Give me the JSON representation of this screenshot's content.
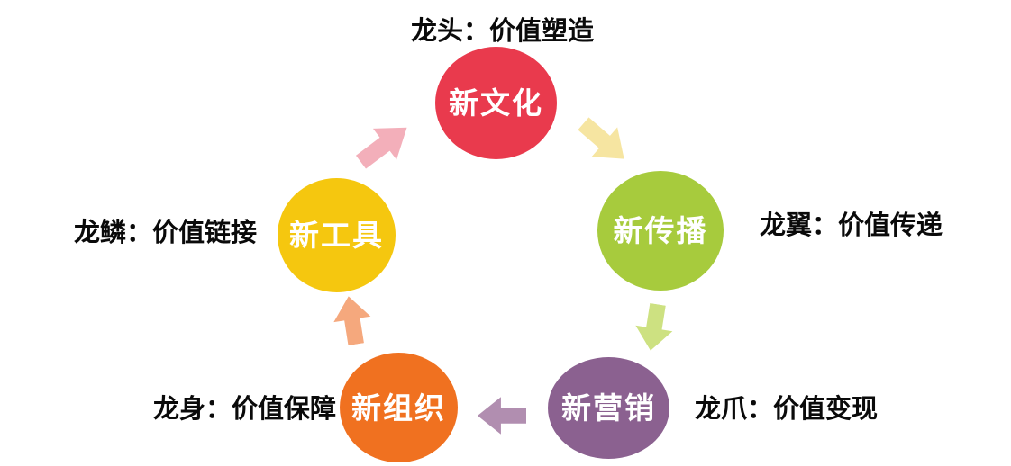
{
  "canvas": {
    "background": "#ffffff",
    "outer_label_color": "#0a0a0a",
    "node_text_color": "#ffffff"
  },
  "diagram": {
    "nodes": [
      {
        "id": "new-culture",
        "circle_label": "新文化",
        "outer_label": "龙头：价值塑造",
        "color": "#e93a4d",
        "outer_label_position": "top"
      },
      {
        "id": "new-communication",
        "circle_label": "新传播",
        "outer_label": "龙翼：价值传递",
        "color": "#a7cb3d",
        "outer_label_position": "right"
      },
      {
        "id": "new-marketing",
        "circle_label": "新营销",
        "outer_label": "龙爪：价值变现",
        "color": "#8b6190",
        "outer_label_position": "bottom-right"
      },
      {
        "id": "new-organization",
        "circle_label": "新组织",
        "outer_label": "龙身：价值保障",
        "color": "#f07120",
        "outer_label_position": "bottom-left"
      },
      {
        "id": "new-tools",
        "circle_label": "新工具",
        "outer_label": "龙鳞：价值链接",
        "color": "#f5c70f",
        "outer_label_position": "left"
      }
    ],
    "arrows": [
      {
        "id": "culture-to-communication",
        "color": "#f6e5a1",
        "direction": "down-right"
      },
      {
        "id": "communication-to-marketing",
        "color": "#cde181",
        "direction": "down"
      },
      {
        "id": "marketing-to-organization",
        "color": "#b18eb0",
        "direction": "left"
      },
      {
        "id": "organization-to-tools",
        "color": "#f5a87d",
        "direction": "up"
      },
      {
        "id": "tools-to-culture",
        "color": "#f3afba",
        "direction": "up-right"
      }
    ]
  }
}
